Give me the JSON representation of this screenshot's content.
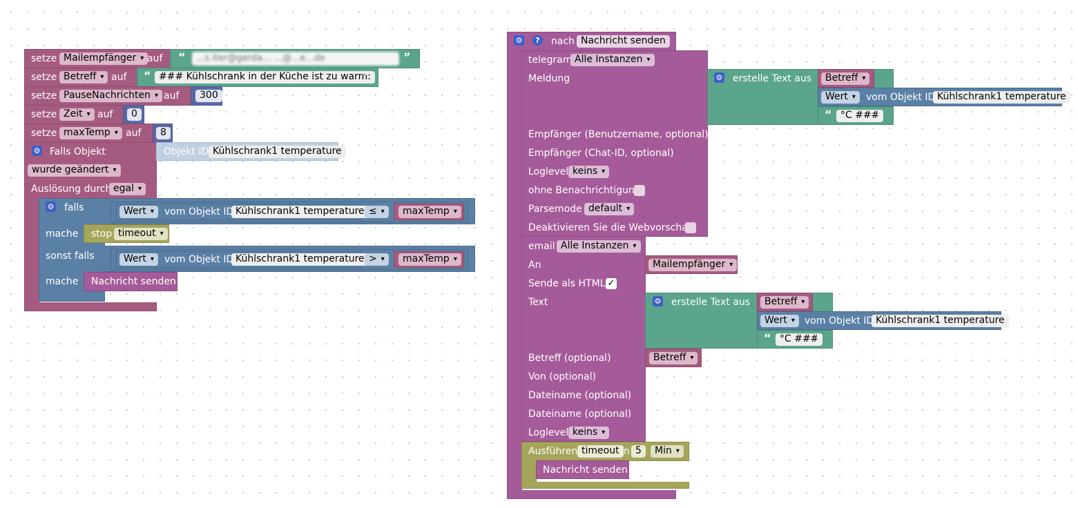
{
  "left": {
    "set_label": "setze",
    "on_label": "auf",
    "var_mail": "Mailempfänger",
    "mail_value": "...s.iter@gerda...                  ...@...e...de",
    "var_subject": "Betreff",
    "subject_value": "### Kühlschrank in der Küche ist zu warm:",
    "var_pause": "PauseNachrichten",
    "pause_value": "300",
    "var_time": "Zeit",
    "time_value": "0",
    "var_max": "maxTemp",
    "max_value": "8",
    "if_object": "Falls Objekt",
    "object_id_label": "Objekt ID",
    "object_id_value": "Kühlschrank1 temperature",
    "changed": "wurde geändert",
    "trigger_label": "Auslösung durch",
    "trigger_value": "egal",
    "if_label": "falls",
    "value_label": "Wert",
    "from_object": "vom Objekt ID",
    "op_le": "≤",
    "op_gt": ">",
    "do_label": "mache",
    "stop_label": "stop",
    "stop_value": "timeout",
    "else_if": "sonst falls",
    "call_send": "Nachricht senden"
  },
  "right": {
    "to_label": "nach",
    "func_name": "Nachricht senden",
    "telegram_label": "telegram",
    "all_instances": "Alle Instanzen",
    "message_label": "Meldung",
    "create_text": "erstelle Text aus",
    "subject_var": "Betreff",
    "value_label": "Wert",
    "from_object": "vom Objekt ID",
    "object_id_value": "Kühlschrank1 temperature",
    "suffix_text": "°C ###",
    "recipient_user": "Empfänger (Benutzername, optional)",
    "recipient_chat": "Empfänger (Chat-ID, optional)",
    "loglevel_label": "Loglevel",
    "loglevel_value": "keins",
    "silent_label": "ohne Benachrichtigung",
    "parsemode_label": "Parsemode",
    "parsemode_value": "default",
    "disable_preview": "Deaktivieren Sie die Webvorschau",
    "email_label": "email",
    "to_field": "An",
    "mail_var": "Mailempfänger",
    "send_html": "Sende als HTML",
    "html_checked": "✓",
    "text_label": "Text",
    "subject_opt": "Betreff (optional)",
    "from_opt": "Von (optional)",
    "file_opt_1": "Dateiname (optional)",
    "file_opt_2": "Dateiname (optional)",
    "run_label": "Ausführen",
    "run_timer": "timeout",
    "in_label": "in",
    "run_value": "5",
    "run_unit": "Min",
    "call_send": "Nachricht senden"
  },
  "icons": {
    "gear": "gear-icon",
    "help": "help-icon",
    "quote_open": "“",
    "quote_close": "”"
  }
}
